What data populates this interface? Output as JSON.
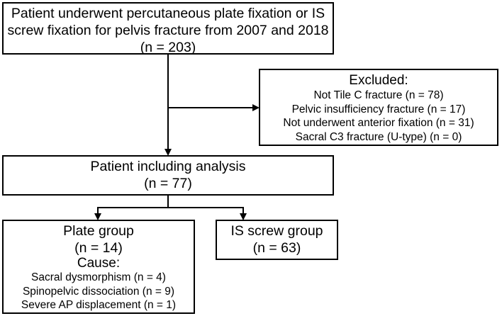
{
  "top_box": {
    "line1": "Patient underwent percutaneous plate fixation or IS",
    "line2": "screw fixation for pelvis fracture from 2007 and 2018",
    "line3": "(n = 203)"
  },
  "excluded_box": {
    "title": "Excluded:",
    "items": [
      "Not Tile C fracture (n = 78)",
      "Pelvic insufficiency fracture (n = 17)",
      "Not underwent anterior fixation (n = 31)",
      "Sacral C3 fracture (U-type) (n = 0)"
    ]
  },
  "analysis_box": {
    "line1": "Patient including analysis",
    "line2": "(n = 77)"
  },
  "plate_box": {
    "title": "Plate group",
    "count": "(n = 14)",
    "cause_label": "Cause:",
    "causes": [
      "Sacral dysmorphism (n = 4)",
      "Spinopelvic dissociation (n = 9)",
      "Severe AP displacement (n = 1)"
    ]
  },
  "screw_box": {
    "title": "IS screw group",
    "count": "(n = 63)"
  },
  "colors": {
    "line": "#000000",
    "background": "#ffffff"
  }
}
